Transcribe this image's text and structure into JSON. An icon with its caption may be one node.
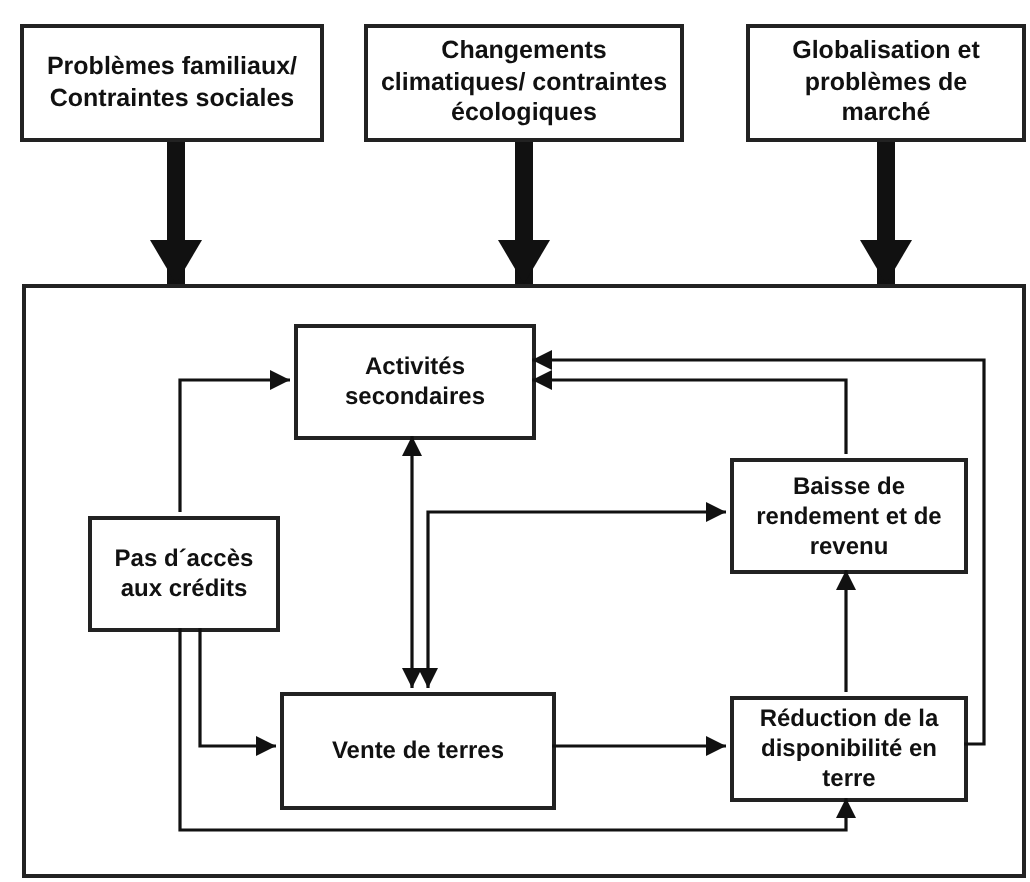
{
  "diagram": {
    "nodes": [
      {
        "text": [
          "Problèmes familiaux/ Contraintes sociales"
        ]
      },
      {
        "text": [
          "Changements climatiques/ contraintes écologiques"
        ]
      },
      {
        "text": [
          "Globalisation et problèmes de marché"
        ]
      },
      {
        "text": [],
        "shape": "box"
      },
      {
        "text": [
          "Activités secondaires"
        ],
        "in": 3
      },
      {
        "text": [
          "Pas d´accès aux crédits"
        ],
        "in": 3
      },
      {
        "text": [
          "Baisse de rendement et de revenu"
        ],
        "in": 3
      },
      {
        "text": [
          "Vente de terres"
        ],
        "in": 3
      },
      {
        "text": [
          "Réduction de la disponibilité en terre"
        ],
        "in": 3
      }
    ],
    "edges": [
      {
        "from": 0,
        "to": 3,
        "arrow": "to",
        "style": "thick"
      },
      {
        "from": 1,
        "to": 3,
        "arrow": "to",
        "style": "thick"
      },
      {
        "from": 2,
        "to": 3,
        "arrow": "to",
        "style": "thick"
      },
      {
        "from": 5,
        "to": 4,
        "arrow": "to"
      },
      {
        "from": 5,
        "to": 7,
        "arrow": "to"
      },
      {
        "from": 5,
        "to": 8,
        "arrow": "to"
      },
      {
        "from": 4,
        "to": 7,
        "arrow": "both"
      },
      {
        "from": 7,
        "to": 6,
        "arrow": "both"
      },
      {
        "from": 7,
        "to": 8,
        "arrow": "to"
      },
      {
        "from": 8,
        "to": 6,
        "arrow": "to"
      },
      {
        "from": 6,
        "to": 4,
        "arrow": "to"
      },
      {
        "from": 8,
        "to": 4,
        "arrow": "to"
      }
    ]
  }
}
